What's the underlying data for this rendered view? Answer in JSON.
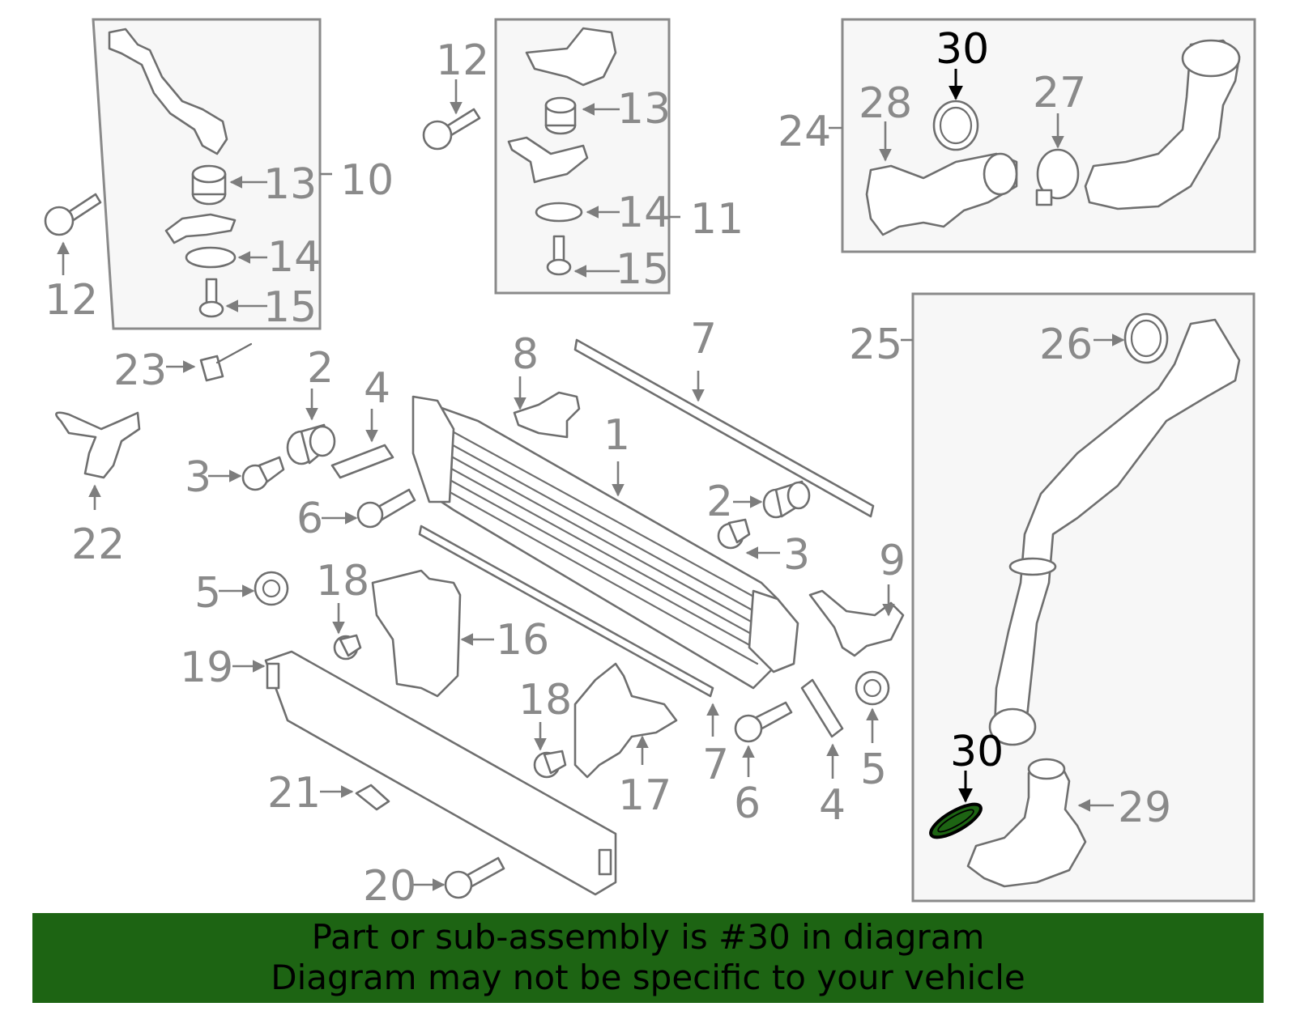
{
  "callouts": {
    "c1": "1",
    "c2a": "2",
    "c2b": "2",
    "c3a": "3",
    "c3b": "3",
    "c4a": "4",
    "c4b": "4",
    "c5a": "5",
    "c5b": "5",
    "c6a": "6",
    "c6b": "6",
    "c7a": "7",
    "c7b": "7",
    "c8": "8",
    "c9": "9",
    "c10": "10",
    "c11": "11",
    "c12a": "12",
    "c12b": "12",
    "c13a": "13",
    "c13b": "13",
    "c14a": "14",
    "c14b": "14",
    "c15a": "15",
    "c15b": "15",
    "c16": "16",
    "c17": "17",
    "c18a": "18",
    "c18b": "18",
    "c19": "19",
    "c20": "20",
    "c21": "21",
    "c22": "22",
    "c23": "23",
    "c24": "24",
    "c25": "25",
    "c26": "26",
    "c27": "27",
    "c28": "28",
    "c29": "29",
    "c30a": "30",
    "c30b": "30"
  },
  "highlight": {
    "part_number": "30",
    "color": "#1d6413"
  },
  "banner": {
    "line1": "Part or sub-assembly is #30 in diagram",
    "line2": "Diagram may not be specific to your vehicle",
    "background": "#1d6413"
  }
}
